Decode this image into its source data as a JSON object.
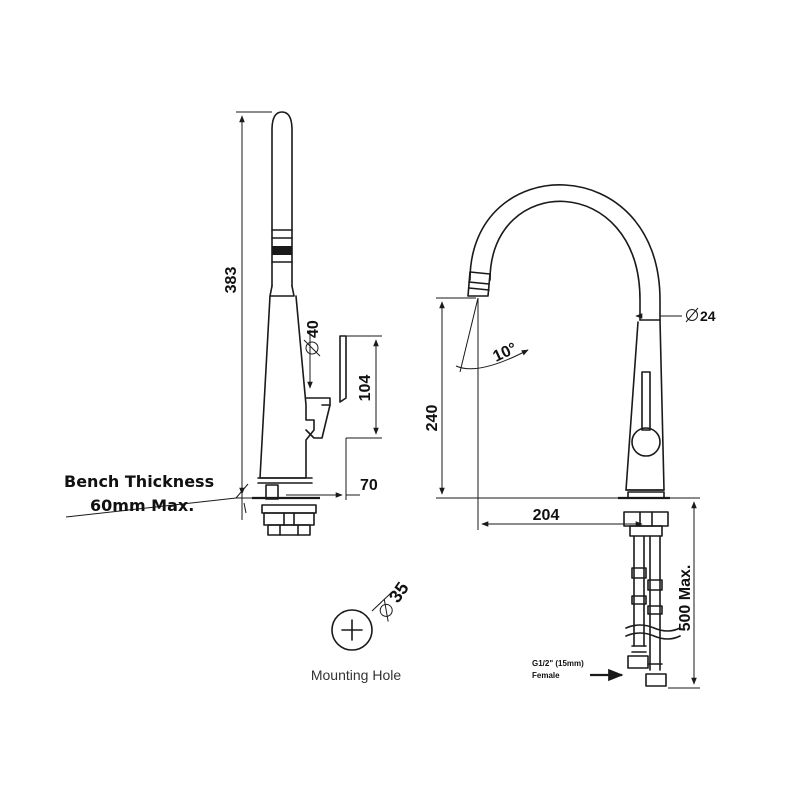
{
  "dimensions": {
    "total_height": "383",
    "body_diameter": "40",
    "handle_height": "104",
    "bench_to_handle": "70",
    "spout_height": "240",
    "spout_angle": "10°",
    "spout_diameter": "24",
    "spout_reach": "204",
    "hose_length": "500 Max.",
    "mounting_hole_diameter": "35"
  },
  "labels": {
    "bench_thickness_line1": "Bench Thickness",
    "bench_thickness_line2": "60mm Max.",
    "mounting_hole": "Mounting Hole",
    "connection_line1": "G1/2\" (15mm)",
    "connection_line2": "Female"
  }
}
